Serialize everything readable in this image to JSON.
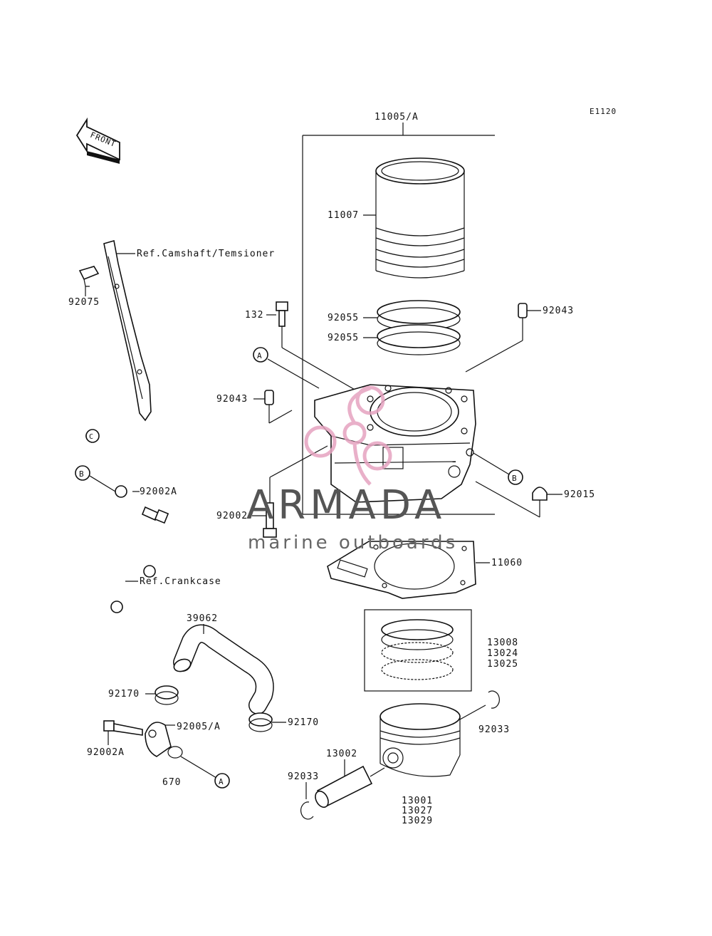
{
  "diagram_code": "E1120",
  "front_arrow_text": "FRONT",
  "watermark": {
    "brand": "ARMADA",
    "tagline": "marine outboards",
    "logo_color": "#e6a3c0",
    "text_color": "#555555"
  },
  "ref_labels": {
    "camshaft_tensioner": "Ref.Camshaft/Temsioner",
    "crankcase": "Ref.Crankcase"
  },
  "callouts": {
    "a_top": "A",
    "a_bottom": "A",
    "b_left": "B",
    "b_right": "B",
    "c_left": "C"
  },
  "part_numbers": {
    "p11005a": "11005/A",
    "p11007": "11007",
    "p92055_1": "92055",
    "p92055_2": "92055",
    "p92043_right": "92043",
    "p132": "132",
    "p92043_left": "92043",
    "p92015": "92015",
    "p92002": "92002",
    "p11060": "11060",
    "p13008": "13008",
    "p13024": "13024",
    "p13025": "13025",
    "p92033_right": "92033",
    "p13002": "13002",
    "p92033_left": "92033",
    "p13001": "13001",
    "p13027": "13027",
    "p13029": "13029",
    "p92075": "92075",
    "p92002a_top": "92002A",
    "p39062": "39062",
    "p92170_left": "92170",
    "p92170_right": "92170",
    "p92005a": "92005/A",
    "p92002a_bottom": "92002A",
    "p670": "670"
  }
}
